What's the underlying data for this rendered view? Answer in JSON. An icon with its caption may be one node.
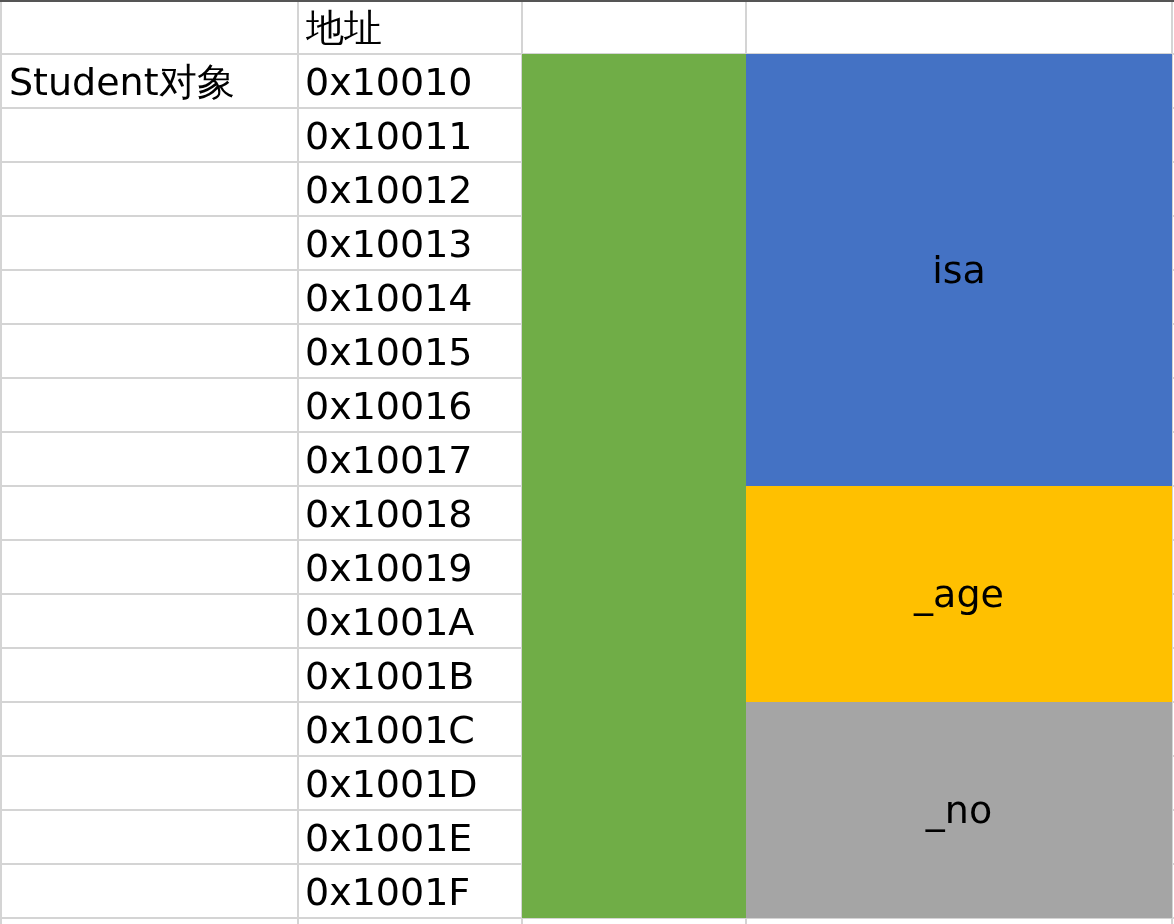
{
  "diagram": {
    "nodes": [
      {
        "text": [],
        "shape": "box"
      },
      {
        "text": [
          "isa"
        ]
      },
      {
        "text": [
          "_age"
        ]
      },
      {
        "text": [
          "_no"
        ]
      }
    ],
    "labels": [
      "地址",
      "Student对象",
      "0x10010",
      "0x10011",
      "0x10012",
      "0x10013",
      "0x10014",
      "0x10015",
      "0x10016",
      "0x10017",
      "0x10018",
      "0x10019",
      "0x1001A",
      "0x1001B",
      "0x1001C",
      "0x1001D",
      "0x1001E",
      "0x1001F"
    ]
  }
}
